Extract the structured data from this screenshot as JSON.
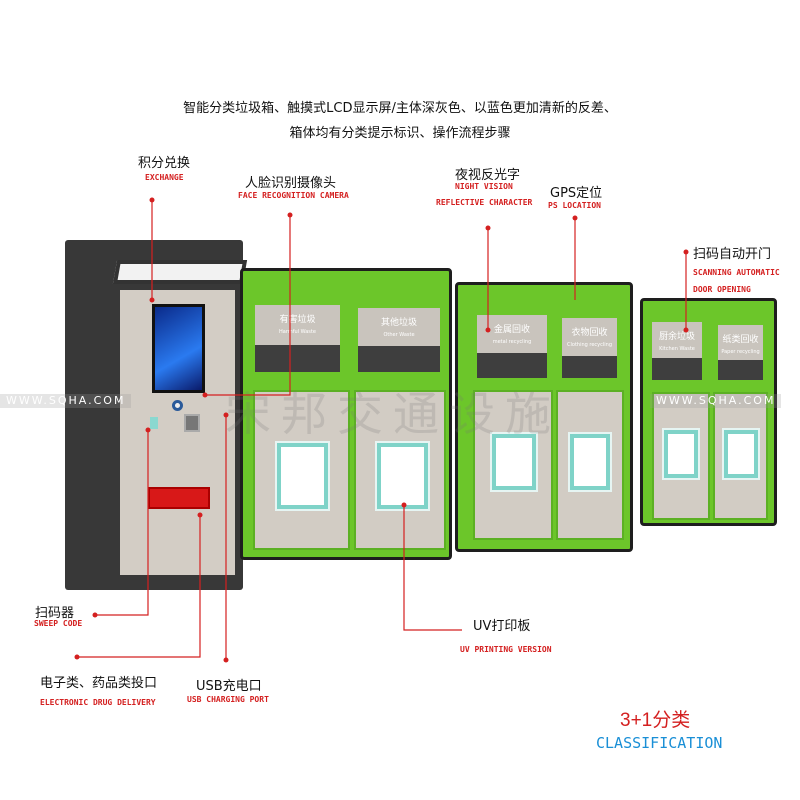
{
  "caption": {
    "line1": "智能分类垃圾箱、触摸式LCD显示屏/主体深灰色、以蓝色更加清新的反差、",
    "line2": "箱体均有分类提示标识、操作流程步骤"
  },
  "annotations": {
    "exchange": {
      "cn": "积分兑换",
      "en": "EXCHANGE"
    },
    "face": {
      "cn": "人脸识别摄像头",
      "en": "FACE RECOGNITION CAMERA"
    },
    "night": {
      "cn": "夜视反光字",
      "en1": "NIGHT VISION",
      "en2": "REFLECTIVE CHARACTER"
    },
    "gps": {
      "cn": "GPS定位",
      "en": "PS LOCATION"
    },
    "scan_door": {
      "cn": "扫码自动开门",
      "en1": "SCANNING AUTOMATIC",
      "en2": "DOOR OPENING"
    },
    "sweep": {
      "cn": "扫码器",
      "en": "SWEEP CODE"
    },
    "drug": {
      "cn": "电子类、药品类投口",
      "en": "ELECTRONIC DRUG DELIVERY"
    },
    "usb": {
      "cn": "USB充电口",
      "en": "USB CHARGING PORT"
    },
    "uv": {
      "cn": "UV打印板",
      "en": "UV PRINTING VERSION"
    }
  },
  "classification": {
    "cn": "3+1分类",
    "en": "CLASSIFICATION"
  },
  "bins": [
    {
      "cn": "有害垃圾",
      "en": "Harmful Waste"
    },
    {
      "cn": "其他垃圾",
      "en": "Other Waste"
    },
    {
      "cn": "金属回收",
      "en": "metal recycling"
    },
    {
      "cn": "衣物回收",
      "en": "Clothing recycling"
    },
    {
      "cn": "厨余垃圾",
      "en": "Kitchen Waste"
    },
    {
      "cn": "纸类回收",
      "en": "Paper recycling"
    }
  ],
  "watermark": {
    "url": "WWW.SQHA.COM",
    "brand": "宋邦交通设施"
  },
  "colors": {
    "accent_red": "#d42020",
    "body_green": "#6cc62a",
    "kiosk_gray": "#3a3a3a",
    "classification_blue": "#1a8fd6"
  }
}
